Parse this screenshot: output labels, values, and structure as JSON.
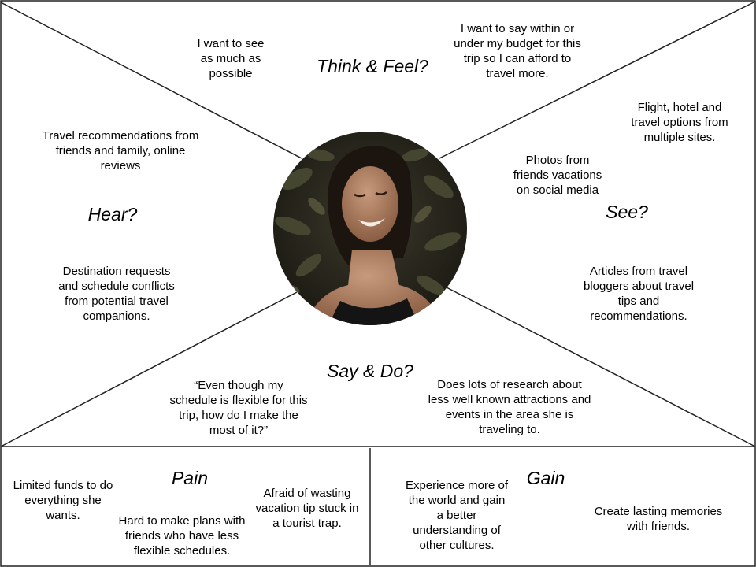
{
  "quadrants": {
    "think_feel": {
      "heading": "Think & Feel?",
      "notes": [
        "I want to see\nas much as\npossible",
        "I want to say within or\nunder my budget for this\ntrip so I can afford to\ntravel more."
      ]
    },
    "hear": {
      "heading": "Hear?",
      "notes": [
        "Travel recommendations from\nfriends and family, online\nreviews",
        "Destination requests\nand schedule conflicts\nfrom potential travel\ncompanions."
      ]
    },
    "see": {
      "heading": "See?",
      "notes": [
        "Flight, hotel and\ntravel options from\nmultiple sites.",
        "Photos from\nfriends vacations\non social media",
        "Articles from travel\nbloggers about travel\ntips and\nrecommendations."
      ]
    },
    "say_do": {
      "heading": "Say & Do?",
      "notes": [
        "“Even though my\nschedule is flexible for this\ntrip, how do I make the\nmost of it?”",
        "Does lots of research about\nless well known attractions and\nevents in the area she is\ntraveling to."
      ]
    }
  },
  "pain": {
    "heading": "Pain",
    "notes": [
      "Limited funds to do\neverything she\nwants.",
      "Afraid of wasting\nvacation tip stuck in\na tourist trap.",
      "Hard to make plans with\nfriends who have less\nflexible schedules."
    ]
  },
  "gain": {
    "heading": "Gain",
    "notes": [
      "Experience more of\nthe world and gain\na better\nunderstanding of\nother cultures.",
      "Create lasting memories\nwith friends."
    ]
  },
  "persona": {
    "icon": "persona-photo"
  }
}
